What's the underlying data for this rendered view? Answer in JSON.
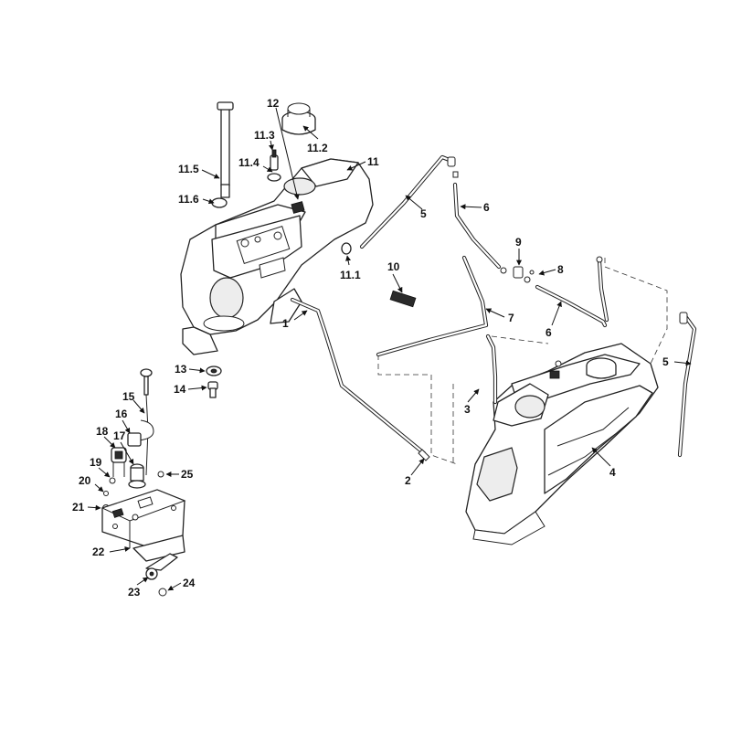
{
  "diagram": {
    "callouts": [
      {
        "id": "c-12",
        "label": "12"
      },
      {
        "id": "c-11-3",
        "label": "11.3"
      },
      {
        "id": "c-11-2",
        "label": "11.2"
      },
      {
        "id": "c-11-5",
        "label": "11.5"
      },
      {
        "id": "c-11-4",
        "label": "11.4"
      },
      {
        "id": "c-11",
        "label": "11"
      },
      {
        "id": "c-11-6",
        "label": "11.6"
      },
      {
        "id": "c-5a",
        "label": "5"
      },
      {
        "id": "c-6a",
        "label": "6"
      },
      {
        "id": "c-9",
        "label": "9"
      },
      {
        "id": "c-10",
        "label": "10"
      },
      {
        "id": "c-8",
        "label": "8"
      },
      {
        "id": "c-11-1",
        "label": "11.1"
      },
      {
        "id": "c-1",
        "label": "1"
      },
      {
        "id": "c-7",
        "label": "7"
      },
      {
        "id": "c-6b",
        "label": "6"
      },
      {
        "id": "c-5b",
        "label": "5"
      },
      {
        "id": "c-13",
        "label": "13"
      },
      {
        "id": "c-14",
        "label": "14"
      },
      {
        "id": "c-15",
        "label": "15"
      },
      {
        "id": "c-3",
        "label": "3"
      },
      {
        "id": "c-16",
        "label": "16"
      },
      {
        "id": "c-18",
        "label": "18"
      },
      {
        "id": "c-17",
        "label": "17"
      },
      {
        "id": "c-19",
        "label": "19"
      },
      {
        "id": "c-4",
        "label": "4"
      },
      {
        "id": "c-2",
        "label": "2"
      },
      {
        "id": "c-25",
        "label": "25"
      },
      {
        "id": "c-20",
        "label": "20"
      },
      {
        "id": "c-21",
        "label": "21"
      },
      {
        "id": "c-22",
        "label": "22"
      },
      {
        "id": "c-23",
        "label": "23"
      },
      {
        "id": "c-24",
        "label": "24"
      }
    ]
  }
}
